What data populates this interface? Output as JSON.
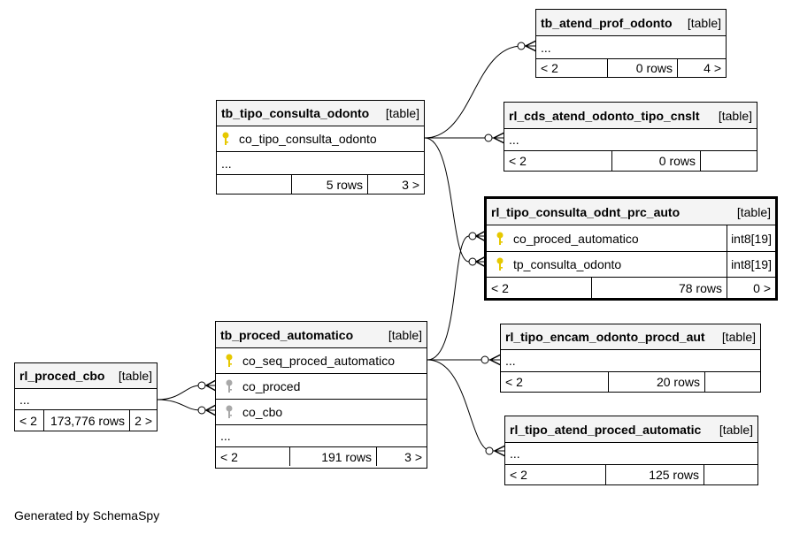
{
  "tables": {
    "tb_atend_prof_odonto": {
      "name": "tb_atend_prof_odonto",
      "type": "[table]",
      "more": "...",
      "prev": "< 2",
      "rows": "0 rows",
      "next": "4 >"
    },
    "tb_tipo_consulta_odonto": {
      "name": "tb_tipo_consulta_odonto",
      "type": "[table]",
      "col1": "co_tipo_consulta_odonto",
      "more": "...",
      "prev": "",
      "rows": "5 rows",
      "next": "3 >"
    },
    "rl_cds_atend_odonto_tipo_cnslt": {
      "name": "rl_cds_atend_odonto_tipo_cnslt",
      "type": "[table]",
      "more": "...",
      "prev": "< 2",
      "rows": "0 rows",
      "next": ""
    },
    "rl_tipo_consulta_odnt_prc_auto": {
      "name": "rl_tipo_consulta_odnt_prc_auto",
      "type": "[table]",
      "col1": "co_proced_automatico",
      "col1_type": "int8[19]",
      "col2": "tp_consulta_odonto",
      "col2_type": "int8[19]",
      "prev": "< 2",
      "rows": "78 rows",
      "next": "0 >"
    },
    "tb_proced_automatico": {
      "name": "tb_proced_automatico",
      "type": "[table]",
      "col1": "co_seq_proced_automatico",
      "col2": "co_proced",
      "col3": "co_cbo",
      "more": "...",
      "prev": "< 2",
      "rows": "191 rows",
      "next": "3 >"
    },
    "rl_proced_cbo": {
      "name": "rl_proced_cbo",
      "type": "[table]",
      "more": "...",
      "prev": "< 2",
      "rows": "173,776 rows",
      "next": "2 >"
    },
    "rl_tipo_encam_odonto_procd_aut": {
      "name": "rl_tipo_encam_odonto_procd_aut",
      "type": "[table]",
      "more": "...",
      "prev": "< 2",
      "rows": "20 rows",
      "next": ""
    },
    "rl_tipo_atend_proced_automatic": {
      "name": "rl_tipo_atend_proced_automatic",
      "type": "[table]",
      "more": "...",
      "prev": "< 2",
      "rows": "125 rows",
      "next": ""
    }
  },
  "colors": {
    "primary_key": "#e6c800",
    "foreign_key": "#a8a8a8",
    "header_bg": "#f4f4f4"
  },
  "footer": {
    "generated_by": "Generated by SchemaSpy"
  }
}
